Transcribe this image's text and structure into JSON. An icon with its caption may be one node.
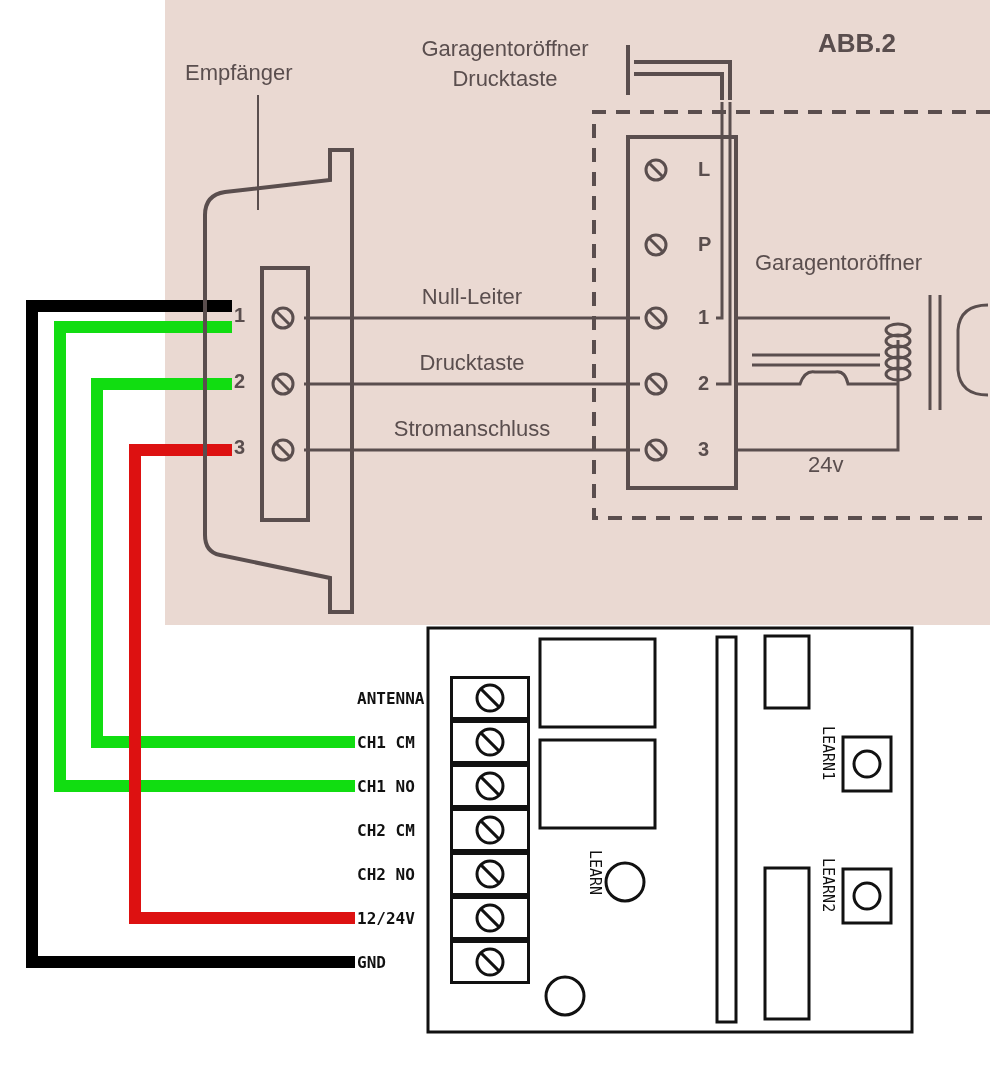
{
  "diagram": {
    "title": "ABB.2",
    "nodes": [
      {
        "text": [
          "Empfänger"
        ]
      },
      {
        "text": [
          "1"
        ],
        "in": 0
      },
      {
        "text": [
          "2"
        ],
        "in": 0
      },
      {
        "text": [
          "3"
        ],
        "in": 0
      },
      {
        "text": [
          "Garagentoröffner"
        ]
      },
      {
        "text": [
          "L"
        ],
        "in": 4
      },
      {
        "text": [
          "P"
        ],
        "in": 4
      },
      {
        "text": [
          "1"
        ],
        "in": 4
      },
      {
        "text": [
          "2"
        ],
        "in": 4
      },
      {
        "text": [
          "3"
        ],
        "in": 4
      },
      {
        "text": [
          "Garagentoröffner Drucktaste"
        ]
      },
      {
        "text": [],
        "shape": "box"
      },
      {
        "text": [
          "ANTENNA"
        ],
        "in": 11
      },
      {
        "text": [
          "CH1 CM"
        ],
        "in": 11
      },
      {
        "text": [
          "CH1 NO"
        ],
        "in": 11
      },
      {
        "text": [
          "CH2 CM"
        ],
        "in": 11
      },
      {
        "text": [
          "CH2 NO"
        ],
        "in": 11
      },
      {
        "text": [
          "12/24V"
        ],
        "in": 11
      },
      {
        "text": [
          "GND"
        ],
        "in": 11
      }
    ],
    "edges": [
      {
        "from": 1,
        "to": 7,
        "arrow": "none",
        "label": "Null-Leiter"
      },
      {
        "from": 2,
        "to": 8,
        "arrow": "none",
        "label": "Drucktaste"
      },
      {
        "from": 3,
        "to": 9,
        "arrow": "none",
        "label": "Stromanschluss"
      },
      {
        "from": 10,
        "to": 7,
        "arrow": "none"
      },
      {
        "from": 10,
        "to": 8,
        "arrow": "none"
      },
      {
        "from": 1,
        "to": 18,
        "arrow": "none",
        "style": "thick",
        "color": "#000000"
      },
      {
        "from": 1,
        "to": 14,
        "arrow": "none",
        "style": "thick",
        "color": "#11dd11"
      },
      {
        "from": 2,
        "to": 13,
        "arrow": "none",
        "style": "thick",
        "color": "#11dd11"
      },
      {
        "from": 3,
        "to": 17,
        "arrow": "none",
        "style": "thick",
        "color": "#dd1111"
      }
    ],
    "labels": [
      "24v",
      "LEARN",
      "LEARN1",
      "LEARN2"
    ]
  }
}
